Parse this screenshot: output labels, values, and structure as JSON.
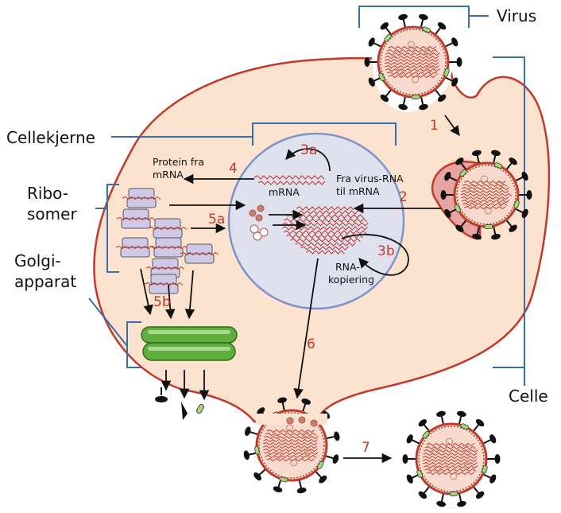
{
  "labels": {
    "virus": "Virus",
    "celle": "Celle",
    "cellekjerne": "Cellekjerne",
    "ribosomer_1": "Ribo-",
    "ribosomer_2": "somer",
    "golgi_1": "Golgi-",
    "golgi_2": "apparat",
    "protein_1": "Protein fra",
    "protein_2": "mRNA",
    "mrna": "mRNA",
    "fra_virus_1": "Fra virus-RNA",
    "fra_virus_2": "til mRNA",
    "rna_kop_1": "RNA-",
    "rna_kop_2": "kopiering"
  },
  "steps": [
    "1",
    "2",
    "3a",
    "3b",
    "4",
    "5a",
    "5b",
    "6",
    "7"
  ],
  "colors": {
    "cytoplasm": "#fbe3cf",
    "membrane": "#c0392b",
    "nucleus": "#dfe1ef",
    "nucleus_border": "#7f93c9",
    "ribosome": "#cfc9e6",
    "golgi": "#5fae3e",
    "bracket": "#3b6ea8",
    "step_text": "#c0392b",
    "spike": "#111111",
    "envelope_protein": "#a9d96a"
  }
}
